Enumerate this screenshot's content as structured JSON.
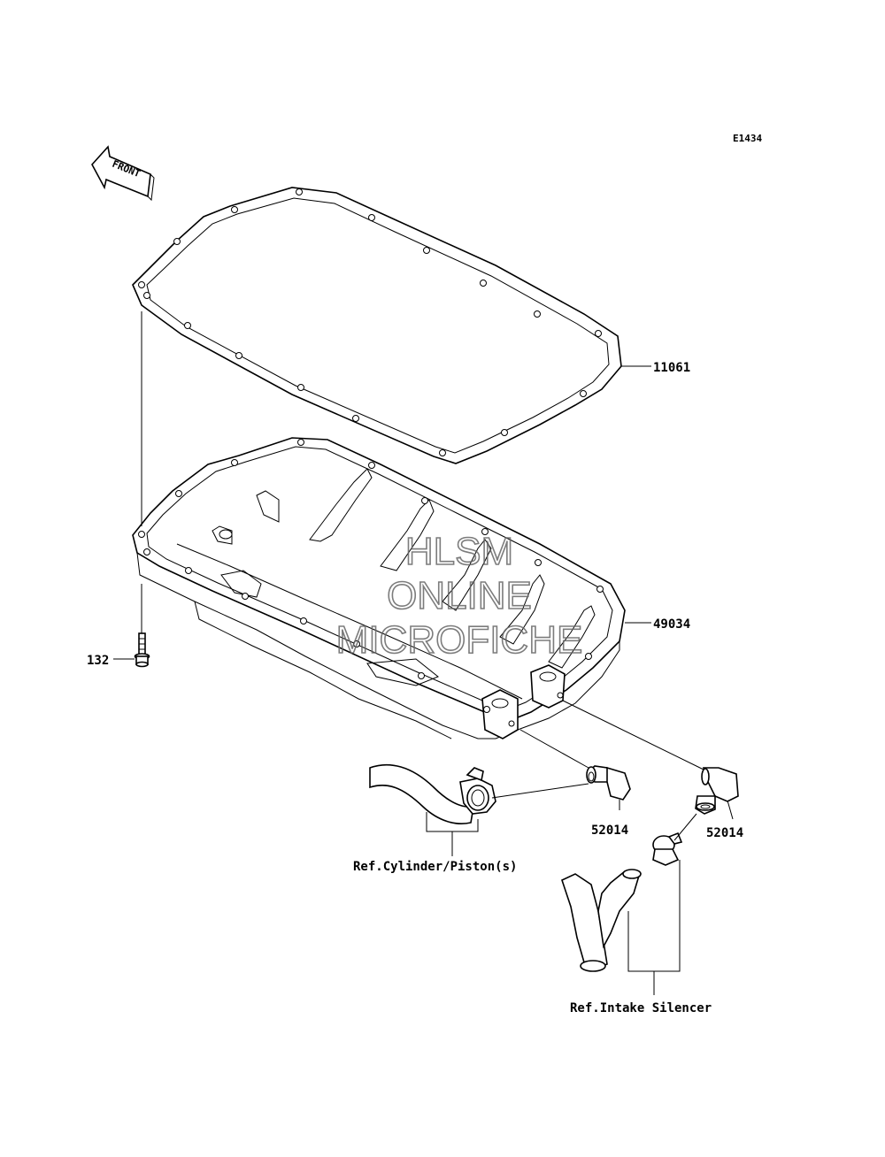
{
  "diagram_code": "E1434",
  "front_arrow_label": "FRONT",
  "watermark": {
    "line1": "HLSM",
    "line2": "ONLINE",
    "line3": "MICROFICHE"
  },
  "parts": {
    "gasket": {
      "number": "11061"
    },
    "oil_pan": {
      "number": "49034"
    },
    "bolt": {
      "number": "132"
    },
    "fitting_left": {
      "number": "52014"
    },
    "fitting_right": {
      "number": "52014"
    }
  },
  "references": {
    "cylinder": "Ref.Cylinder/Piston(s)",
    "intake": "Ref.Intake Silencer"
  },
  "colors": {
    "line": "#000000",
    "watermark": "#666666",
    "background": "#ffffff"
  }
}
